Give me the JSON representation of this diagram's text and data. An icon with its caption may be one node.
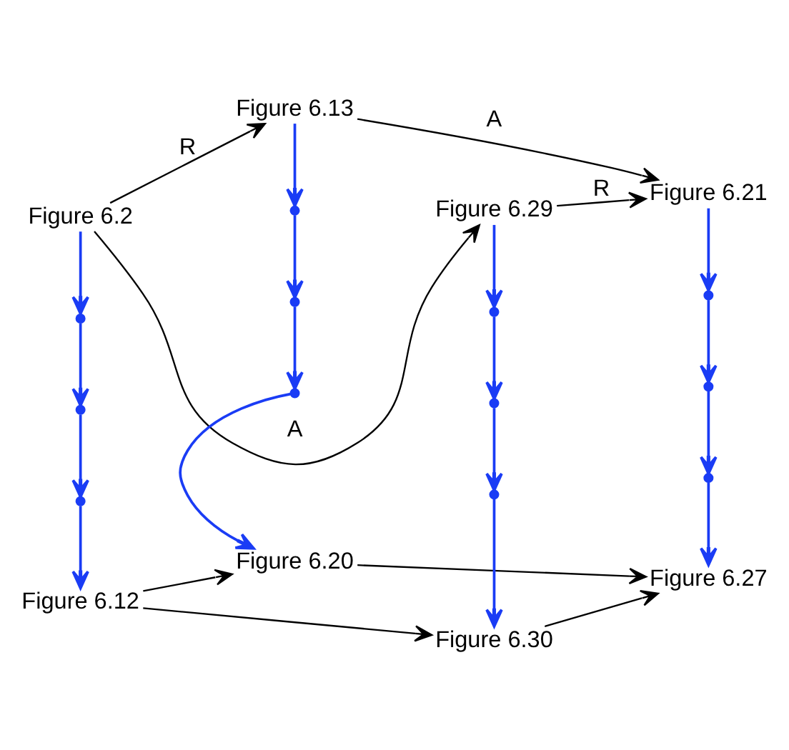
{
  "diagram": {
    "nodes": [
      {
        "text": [
          "Figure 6.13"
        ]
      },
      {
        "text": [
          "Figure 6.2"
        ]
      },
      {
        "text": [
          "Figure 6.21"
        ]
      },
      {
        "text": [
          "Figure 6.29"
        ]
      },
      {
        "text": [
          "Figure 6.20"
        ]
      },
      {
        "text": [
          "Figure 6.12"
        ]
      },
      {
        "text": [
          "Figure 6.27"
        ]
      },
      {
        "text": [
          "Figure 6.30"
        ]
      },
      {
        "text": [],
        "shape": "circle"
      },
      {
        "text": [],
        "shape": "circle"
      },
      {
        "text": [],
        "shape": "circle"
      },
      {
        "text": [],
        "shape": "circle"
      },
      {
        "text": [],
        "shape": "circle"
      },
      {
        "text": [],
        "shape": "circle"
      },
      {
        "text": [],
        "shape": "circle"
      },
      {
        "text": [],
        "shape": "circle"
      },
      {
        "text": [],
        "shape": "circle"
      },
      {
        "text": [],
        "shape": "circle"
      },
      {
        "text": [],
        "shape": "circle"
      },
      {
        "text": [],
        "shape": "circle"
      }
    ],
    "edges": [
      {
        "from": 1,
        "to": 0,
        "arrow": "to",
        "label": "R",
        "color": "#000000"
      },
      {
        "from": 0,
        "to": 2,
        "arrow": "to",
        "label": "A",
        "color": "#000000"
      },
      {
        "from": 1,
        "to": 3,
        "arrow": "to",
        "label": "A",
        "color": "#000000"
      },
      {
        "from": 3,
        "to": 2,
        "arrow": "to",
        "label": "R",
        "color": "#000000"
      },
      {
        "from": 5,
        "to": 4,
        "arrow": "to",
        "color": "#000000"
      },
      {
        "from": 4,
        "to": 6,
        "arrow": "to",
        "color": "#000000"
      },
      {
        "from": 5,
        "to": 7,
        "arrow": "to",
        "color": "#000000"
      },
      {
        "from": 7,
        "to": 6,
        "arrow": "to",
        "color": "#000000"
      },
      {
        "from": 1,
        "to": 8,
        "arrow": "to"
      },
      {
        "from": 8,
        "to": 9,
        "arrow": "to"
      },
      {
        "from": 9,
        "to": 10,
        "arrow": "to"
      },
      {
        "from": 10,
        "to": 5,
        "arrow": "to"
      },
      {
        "from": 0,
        "to": 11,
        "arrow": "to"
      },
      {
        "from": 11,
        "to": 12,
        "arrow": "to"
      },
      {
        "from": 12,
        "to": 13,
        "arrow": "to"
      },
      {
        "from": 13,
        "to": 4,
        "arrow": "to"
      },
      {
        "from": 3,
        "to": 14,
        "arrow": "to"
      },
      {
        "from": 14,
        "to": 15,
        "arrow": "to"
      },
      {
        "from": 15,
        "to": 16,
        "arrow": "to"
      },
      {
        "from": 16,
        "to": 7,
        "arrow": "to"
      },
      {
        "from": 2,
        "to": 17,
        "arrow": "to"
      },
      {
        "from": 17,
        "to": 18,
        "arrow": "to"
      },
      {
        "from": 18,
        "to": 19,
        "arrow": "to"
      },
      {
        "from": 19,
        "to": 6,
        "arrow": "to"
      }
    ]
  }
}
